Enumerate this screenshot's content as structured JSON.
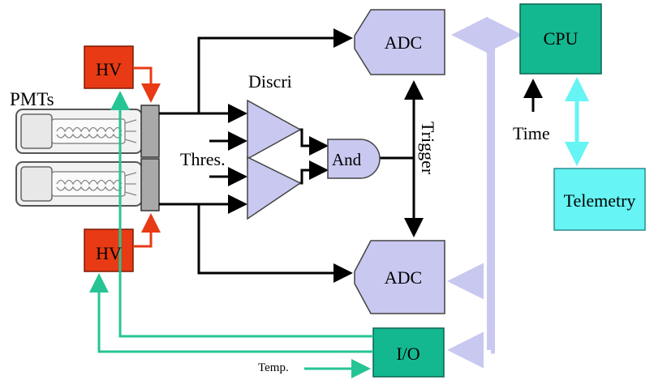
{
  "labels": {
    "pmts": "PMTs",
    "hv_top": "HV",
    "hv_bottom": "HV",
    "discri": "Discri",
    "thres": "Thres.",
    "and_gate": "And",
    "trigger": "Trigger",
    "adc_top": "ADC",
    "adc_bottom": "ADC",
    "cpu": "CPU",
    "time": "Time",
    "telemetry": "Telemetry",
    "io": "I/O",
    "temp": "Temp."
  },
  "colors": {
    "hv_fill": "#e83a14",
    "hv_arrow": "#e83a14",
    "block_fill": "#c8c8f0",
    "cpu_fill": "#14b890",
    "telemetry_fill": "#66f4f4",
    "green_signal": "#26c494",
    "cyan_signal": "#66f4f4",
    "bus": "#c8c8f0",
    "wire": "#000000"
  }
}
